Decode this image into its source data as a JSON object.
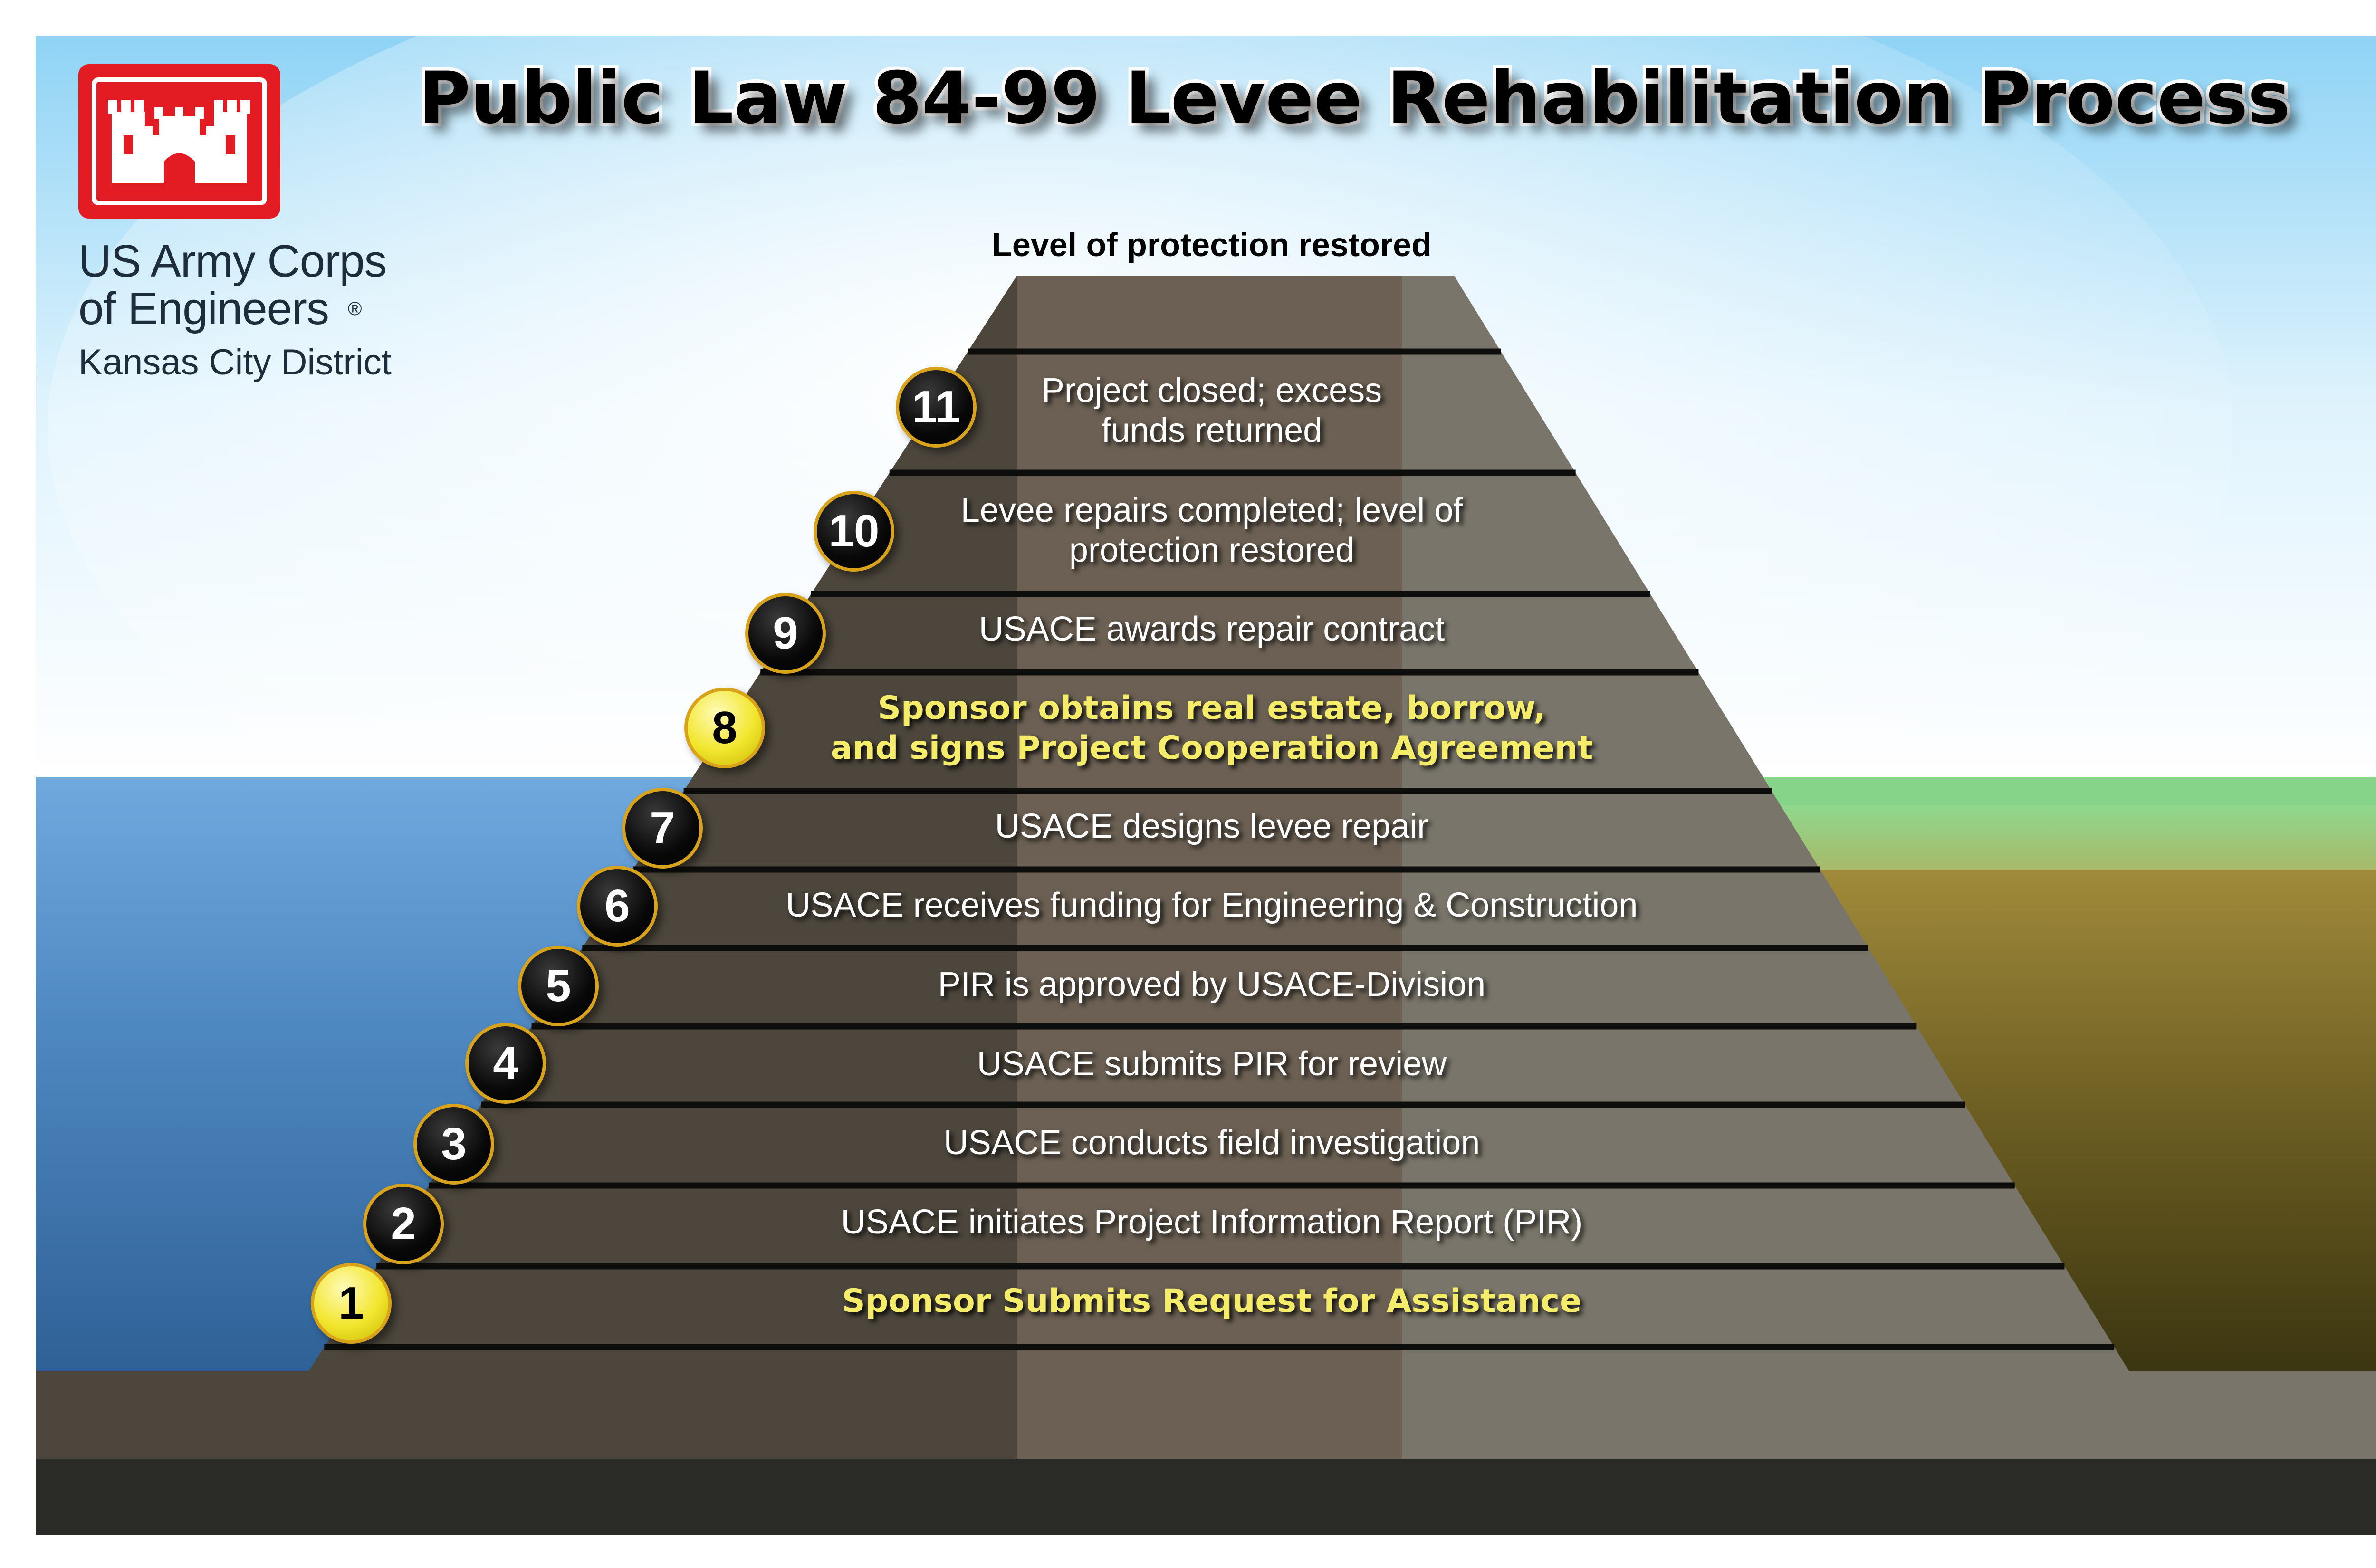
{
  "title": "Public Law 84-99 Levee Rehabilitation Process",
  "organization": {
    "line1": "US Army Corps",
    "line2": "of Engineers",
    "registered_mark": "®",
    "district": "Kansas City District",
    "logo_color": "#e31b23"
  },
  "peak_label": "Level of protection restored",
  "steps": [
    {
      "number": "1",
      "text": "Sponsor Submits Request for Assistance",
      "highlight": true
    },
    {
      "number": "2",
      "text": "USACE initiates Project Information Report (PIR)",
      "highlight": false
    },
    {
      "number": "3",
      "text": "USACE conducts field investigation",
      "highlight": false
    },
    {
      "number": "4",
      "text": "USACE submits PIR for review",
      "highlight": false
    },
    {
      "number": "5",
      "text": "PIR is approved by USACE-Division",
      "highlight": false
    },
    {
      "number": "6",
      "text": "USACE receives funding for Engineering & Construction",
      "highlight": false
    },
    {
      "number": "7",
      "text": "USACE designs levee repair",
      "highlight": false
    },
    {
      "number": "8",
      "text_line1": "Sponsor obtains real estate, borrow,",
      "text_line2": "and signs Project Cooperation Agreement",
      "highlight": true
    },
    {
      "number": "9",
      "text": "USACE awards repair contract",
      "highlight": false
    },
    {
      "number": "10",
      "text_line1": "Levee repairs completed; level of",
      "text_line2": "protection restored",
      "highlight": false
    },
    {
      "number": "11",
      "text_line1": "Project closed; excess",
      "text_line2": "funds returned",
      "highlight": false
    }
  ],
  "colors": {
    "highlight_text": "#f5ec6a",
    "highlight_badge": "#f2e62e",
    "badge_ring": "#d9a21b",
    "water": "#3f78b0",
    "sky_top": "#7fcdf3",
    "grass": "#84d28b",
    "soil": "#5a5018"
  }
}
